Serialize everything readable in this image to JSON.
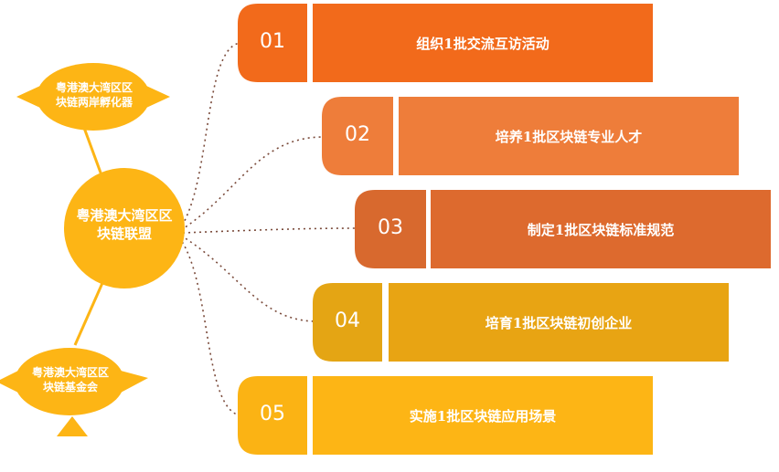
{
  "center": {
    "label": "粤港澳大湾区区\n块链联盟",
    "color": "#FDB515"
  },
  "satellites": [
    {
      "id": "incubator",
      "label": "粤港澳大湾区区\n块链两岸孵化器",
      "color": "#FDB515"
    },
    {
      "id": "foundation",
      "label": "粤港澳大湾区区\n块链基金会",
      "color": "#FDB515"
    }
  ],
  "rows": [
    {
      "number": "01",
      "text": "组织1批交流互访活动",
      "num_color": "#F26A1B",
      "bar_color": "#F26A1B"
    },
    {
      "number": "02",
      "text": "培养1批区块链专业人才",
      "num_color": "#EE7D3A",
      "bar_color": "#EE7D3A"
    },
    {
      "number": "03",
      "text": "制定1批区块链标准规范",
      "num_color": "#D8692E",
      "bar_color": "#DD6A2E"
    },
    {
      "number": "04",
      "text": "培育1批区块链初创企业",
      "num_color": "#E4A514",
      "bar_color": "#E8A413"
    },
    {
      "number": "05",
      "text": "实施1批区块链应用场景",
      "num_color": "#FBB314",
      "bar_color": "#FDB515"
    }
  ]
}
